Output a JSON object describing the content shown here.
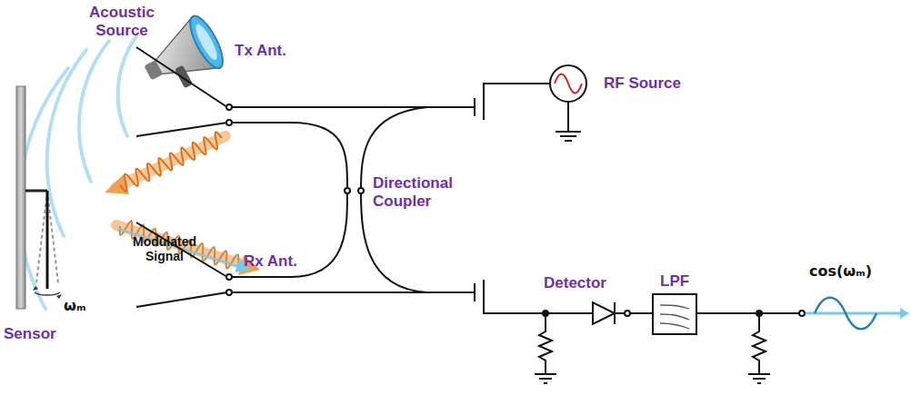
{
  "diagram": {
    "labels": [
      "Acoustic Source",
      "Tx Ant.",
      "RF Source",
      "Directional Coupler",
      "Modulated Signal",
      "ωₘ",
      "Sensor",
      "Rx Ant.",
      "Detector",
      "LPF",
      "cos(ωₘ)"
    ]
  }
}
